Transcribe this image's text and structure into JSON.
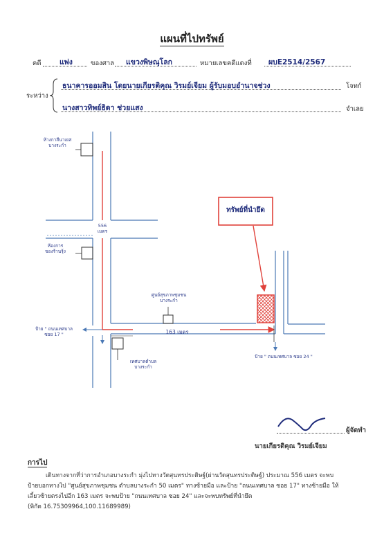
{
  "document": {
    "title": "แผนที่ไปทรัพย์",
    "case_label": "คดี",
    "case_type": "แพ่ง",
    "court_label": "ของศาล",
    "court_name": "แขวงพิษณุโลก",
    "case_number_label": "หมายเลขคดีแดงที่",
    "case_number": "ผบE2514/2567",
    "between_label": "ระหว่าง",
    "plaintiff": "ธนาคารออมสิน โดยนายเกียรติคุณ  วิรมย์เจียม ผู้รับมอบอำนาจช่วง",
    "plaintiff_role": "โจทก์",
    "defendant": "นางสาวทิพย์ธิดา  ช่วยแสง",
    "defendant_role": "จำเลย"
  },
  "map": {
    "top_left_building": "ห้างกาสีนาเยส\nบางระกำ",
    "distance_556": "556\nเมตร",
    "left_mid_building": "ห้องการ\nของร้านรุ้ง",
    "health_center": "ศูนย์สุขภาพชุมชน\nบางระกำ",
    "left_sign": "ป้าย \" ถนนเทศบาล\nซอย 17 \"",
    "distance_163": "163  เมตร",
    "bottom_building": "เทศบาลตำบล\nบางระกำ",
    "bottom_sign": "ป้าย \" ถนนเทศบาล ซอย 24 \"",
    "property_label": "ทรัพย์ที่นำยึด",
    "colors": {
      "road": "#4a78b5",
      "route": "#e0413a",
      "property": "#e0413a",
      "ink": "#1d2a7a"
    }
  },
  "signature": {
    "role": "ผู้จัดทำ",
    "name": "นายเกียรติคุณ  วิรมย์เจียม"
  },
  "directions": {
    "heading": "การไป",
    "line1": "เดินทางจากที่ว่าการอำเภอบางระกำ มุ่งไปทางวัดสุนทรประดิษฐ์(ผ่านวัดสุนทรประดิษฐ์) ประมาณ 556 เมตร จะพบ",
    "line2": "ป้ายบอกทางไป \"ศูนย์สุขภาพชุมชน ตำบลบางระกำ 50 เมตร\" ทางซ้ายมือ และป้าย \"ถนนเทศบาล ซอย 17\" ทางซ้ายมือ ให้",
    "line3": "เลี้ยวซ้ายตรงไปอีก 163 เมตร จะพบป้าย \"ถนนเทศบาล ซอย 24\"   และจะพบทรัพย์ที่นำยึด",
    "line4": "(พิกัด 16.75309964,100.11689989)"
  }
}
